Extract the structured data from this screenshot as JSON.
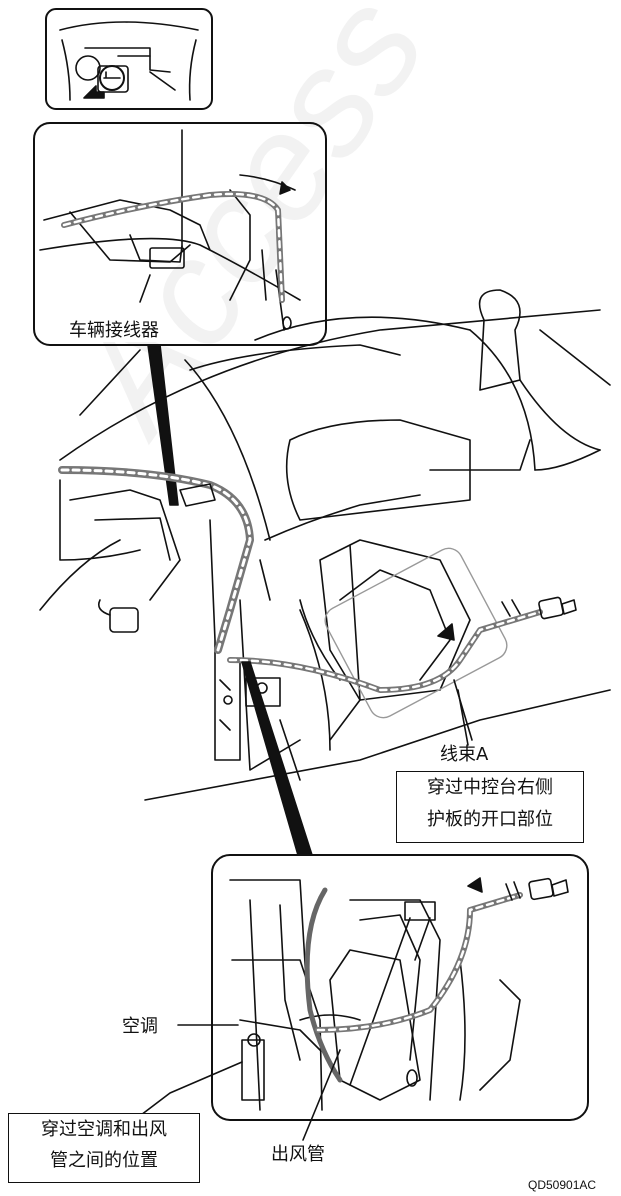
{
  "labels": {
    "vehicle_connector": "车辆接线器",
    "harness_a": "线束A",
    "console_note_line1": "穿过中控台右侧",
    "console_note_line2": "护板的开口部位",
    "air_conditioner": "空调",
    "ac_note_line1": "穿过空调和出风",
    "ac_note_line2": "管之间的位置",
    "air_duct": "出风管"
  },
  "figure_code": "QD50901AC",
  "watermark": "Access"
}
